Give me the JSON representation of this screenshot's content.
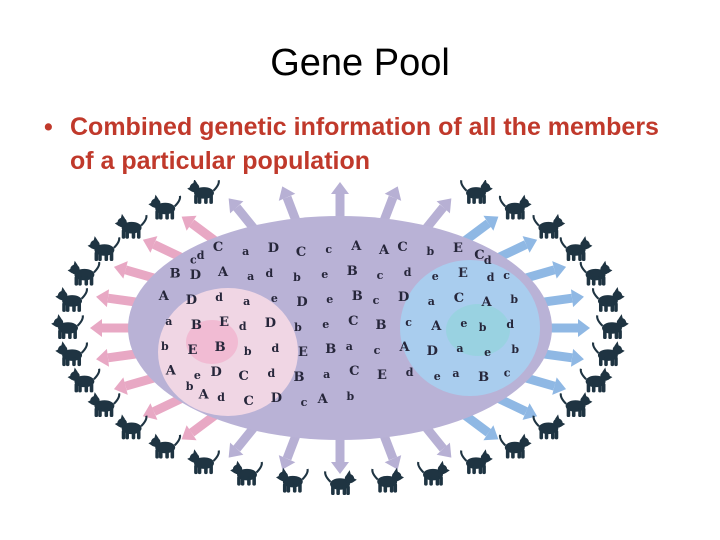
{
  "slide": {
    "title": "Gene Pool",
    "bullet_marker": "•",
    "bullet_text": "Combined genetic information of all the members of a particular population"
  },
  "colors": {
    "bullet_text": "#c0392b",
    "population_fill": "#b9b2d6",
    "left_cluster": "#f0d6e4",
    "left_core": "#f3a6c4",
    "right_cluster": "#a9cdee",
    "right_core": "#8fd6d8",
    "outer_arrows": "#b7b0d4",
    "right_arrows": "#8fb8e4",
    "left_arrows": "#e8a8c4",
    "animal_silhouette": "#1f3442",
    "allele_letters": "#26263a"
  },
  "diagram": {
    "allele_letters": [
      "c",
      "d",
      "C",
      "a",
      "D",
      "C",
      "c",
      "A",
      "A",
      "C",
      "b",
      "E",
      "C",
      "d",
      "B",
      "D",
      "A",
      "a",
      "d",
      "b",
      "e",
      "B",
      "c",
      "d",
      "e",
      "E",
      "d",
      "c",
      "A",
      "D",
      "d",
      "a",
      "e",
      "D",
      "e",
      "B",
      "c",
      "D",
      "a",
      "C",
      "A",
      "b",
      "a",
      "B",
      "E",
      "d",
      "D",
      "b",
      "e",
      "C",
      "B",
      "c",
      "A",
      "e",
      "b",
      "d",
      "b",
      "E",
      "B",
      "b",
      "d",
      "E",
      "B",
      "a",
      "c",
      "A",
      "D",
      "a",
      "e",
      "b",
      "A",
      "e",
      "D",
      "C",
      "d",
      "B",
      "a",
      "C",
      "E",
      "d",
      "e",
      "a",
      "B",
      "c",
      "b",
      "A",
      "d",
      "C",
      "D",
      "c",
      "A",
      "b"
    ],
    "animals": [
      "dog",
      "dog",
      "dog",
      "dog",
      "dog",
      "dog",
      "dog",
      "dog",
      "dog",
      "dog",
      "dog",
      "dog",
      "dog",
      "dog",
      "dog",
      "dog",
      "dog",
      "dog",
      "dog",
      "dog",
      "dog",
      "dog",
      "dog",
      "dog",
      "dog",
      "dog",
      "dog",
      "dog",
      "dog",
      "dog",
      "dog",
      "dog",
      "dog",
      "dog",
      "dog",
      "dog"
    ]
  }
}
